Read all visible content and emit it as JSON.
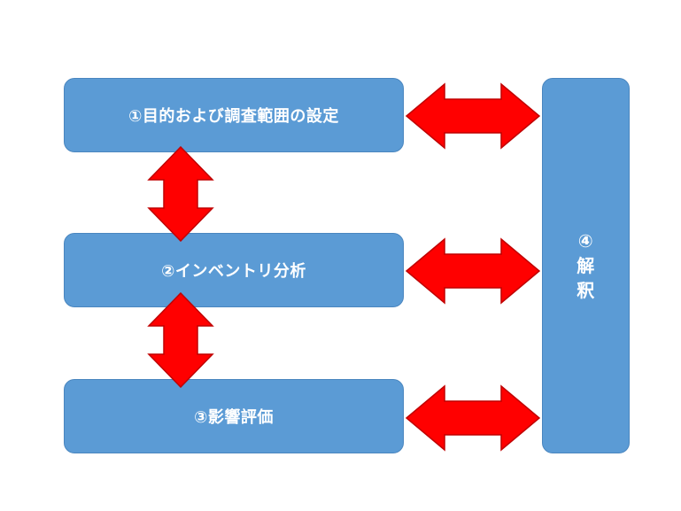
{
  "diagram": {
    "steps": [
      {
        "label": "①目的および調査範囲の設定"
      },
      {
        "label": "②インベントリ分析"
      },
      {
        "label": "③影響評価"
      }
    ],
    "interpretation": {
      "number": "④",
      "chars": [
        "解",
        "釈"
      ]
    }
  },
  "colors": {
    "box_fill": "#5b9bd5",
    "box_border": "#4a86bf",
    "box_text": "#ffffff",
    "arrow_fill": "#ff0000",
    "arrow_stroke": "#c00000"
  },
  "icons": {
    "horizontal_arrow": "double-headed-arrow-horizontal-icon",
    "vertical_arrow": "double-headed-arrow-vertical-icon"
  }
}
